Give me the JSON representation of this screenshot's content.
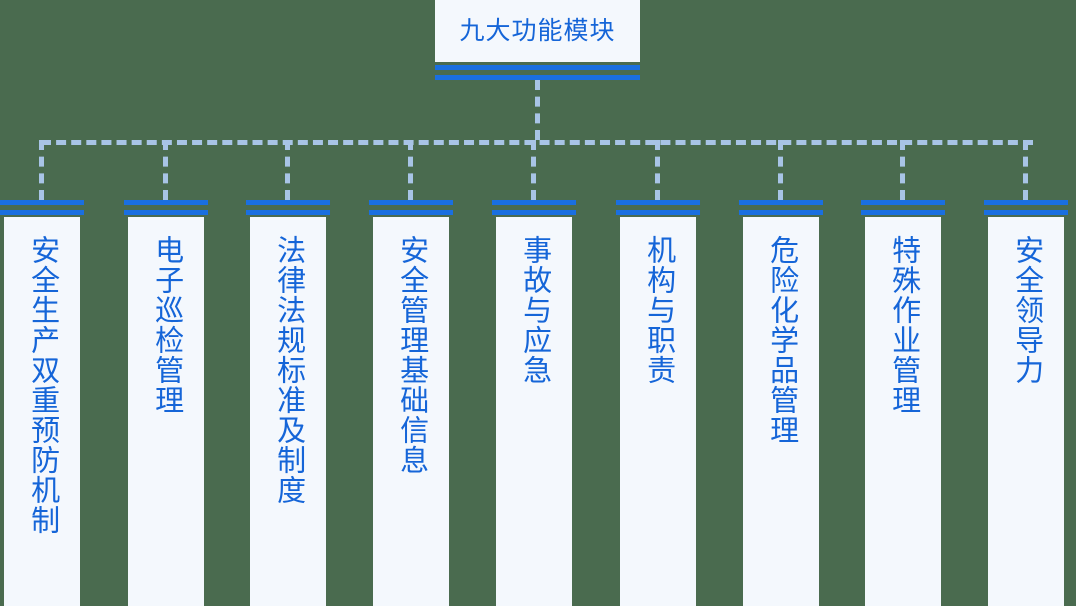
{
  "diagram": {
    "type": "org-chart",
    "orientation": "top-down",
    "colors": {
      "background": "#4a6b4f",
      "card_fill": "#f4f8fd",
      "accent_bar": "#1a6fe0",
      "text": "#1565d8",
      "connector": "#a8c4e6"
    },
    "root": {
      "label": "九大功能模块"
    },
    "nodes": [
      {
        "id": "node-1",
        "label": "安全生产双重预防机制",
        "char_count": 10
      },
      {
        "id": "node-2",
        "label": "电子巡检管理",
        "char_count": 6
      },
      {
        "id": "node-3",
        "label": "法律法规标准及制度",
        "char_count": 9
      },
      {
        "id": "node-4",
        "label": "安全管理基础信息",
        "char_count": 8
      },
      {
        "id": "node-5",
        "label": "事故与应急",
        "char_count": 5
      },
      {
        "id": "node-6",
        "label": "机构与职责",
        "char_count": 5
      },
      {
        "id": "node-7",
        "label": "危险化学品管理",
        "char_count": 7
      },
      {
        "id": "node-8",
        "label": "特殊作业管理",
        "char_count": 6
      },
      {
        "id": "node-9",
        "label": "安全领导力",
        "char_count": 5
      }
    ]
  }
}
